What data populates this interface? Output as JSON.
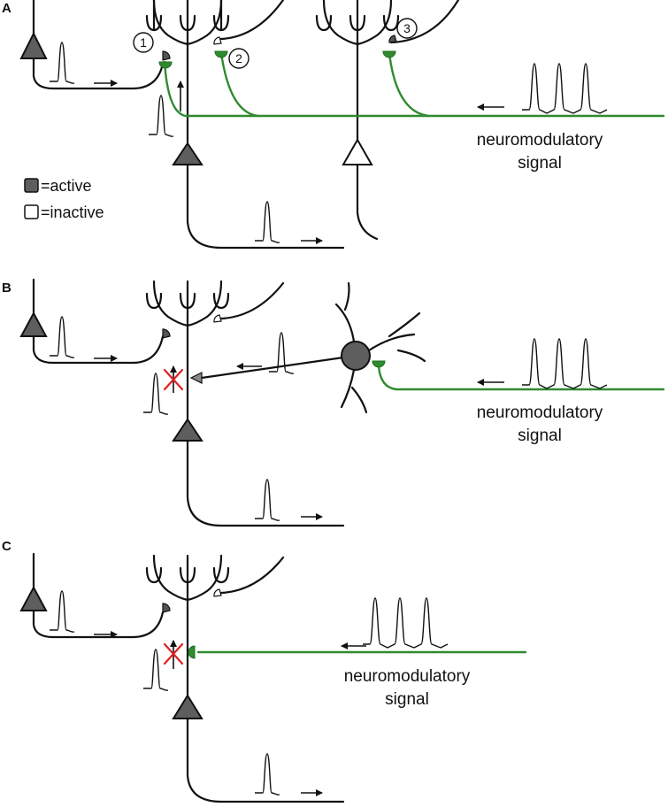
{
  "panels": [
    {
      "label": "A",
      "signal_line1": "neuromodulatory",
      "signal_line2": "signal"
    },
    {
      "label": "B",
      "signal_line1": "neuromodulatory",
      "signal_line2": "signal"
    },
    {
      "label": "C",
      "signal_line1": "neuromodulatory",
      "signal_line2": "signal"
    }
  ],
  "legend": {
    "active": "=active",
    "inactive": "=inactive"
  },
  "synapse_numbers": [
    "1",
    "2",
    "3"
  ],
  "colors": {
    "neuromodulatory": "#2e8b2e",
    "active_soma": "#5e5e5e",
    "blocked": "#e02020"
  }
}
